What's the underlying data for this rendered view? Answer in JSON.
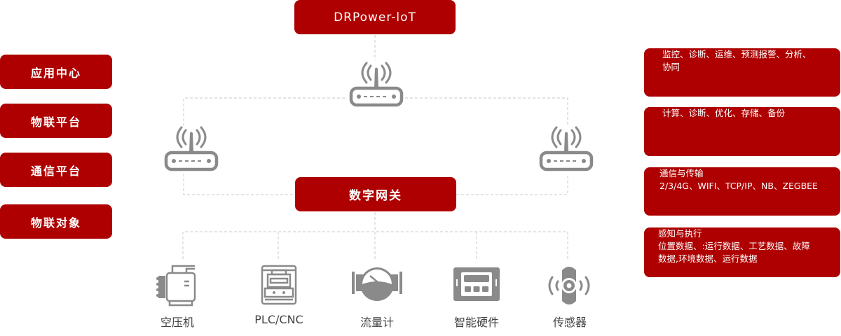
{
  "top": {
    "title": "DRPower-loT"
  },
  "gateway": {
    "title": "数字网关"
  },
  "layers": [
    {
      "label": "应用中心"
    },
    {
      "label": "物联平台"
    },
    {
      "label": "通信平台"
    },
    {
      "label": "物联对象"
    }
  ],
  "descriptions": [
    {
      "lines": [
        "监控、诊断、运维、预测报警、分析、",
        "协同"
      ]
    },
    {
      "lines": [
        "计算、诊断、优化、存储、备份"
      ]
    },
    {
      "lines": [
        "通信与传输",
        "2/3/4G、WIFI、TCP/IP、NB、ZEGBEE"
      ]
    },
    {
      "lines": [
        "感知与执行",
        "位置数据、:运行数据、工艺数据、故障",
        "数据,环境数据、运行数据"
      ]
    }
  ],
  "devices": [
    {
      "label": "空压机",
      "icon": "air-compressor-icon"
    },
    {
      "label": "PLC/CNC",
      "icon": "plc-cnc-icon"
    },
    {
      "label": "流量计",
      "icon": "flow-meter-icon"
    },
    {
      "label": "智能硬件",
      "icon": "smart-hardware-icon"
    },
    {
      "label": "传感器",
      "icon": "sensor-icon"
    }
  ],
  "colors": {
    "brand": "#ae0000",
    "icon": "#8a8a8a",
    "line": "#c8c8c8"
  }
}
